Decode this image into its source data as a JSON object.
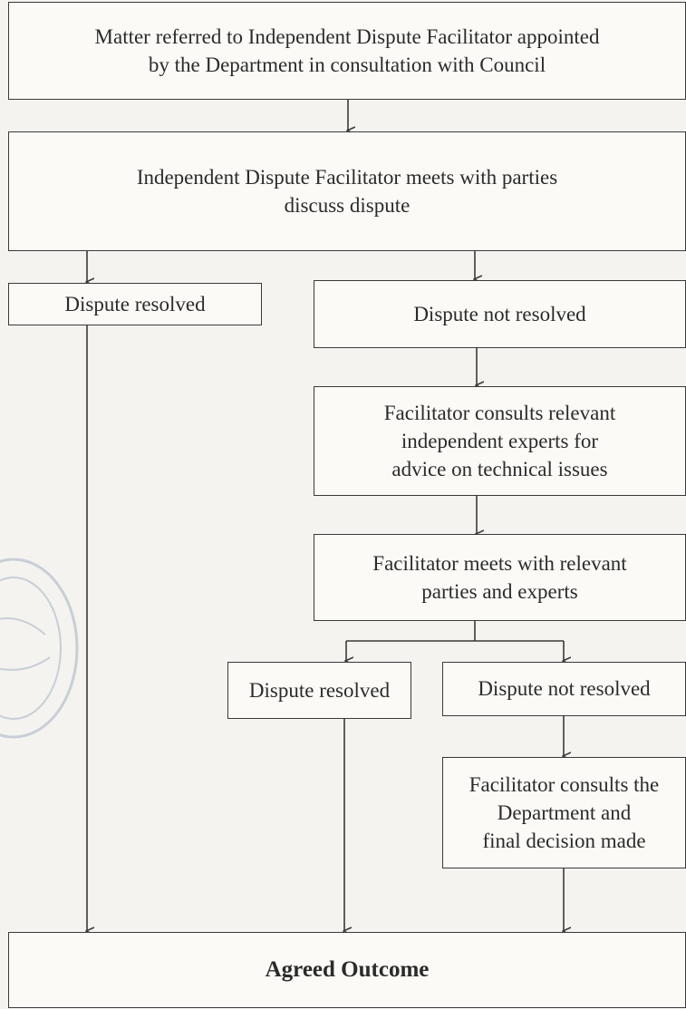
{
  "flowchart": {
    "step1": "Matter referred to Independent Dispute Facilitator appointed\nby the Department in consultation with Council",
    "step2": "Independent Dispute Facilitator meets with parties\ndiscuss dispute",
    "resolved_left": "Dispute resolved",
    "not_resolved_right": "Dispute not resolved",
    "consult_experts": "Facilitator consults relevant\nindependent experts for\nadvice on technical issues",
    "meet_experts": "Facilitator meets with relevant\nparties and experts",
    "resolved_mid": "Dispute resolved",
    "not_resolved_final": "Dispute not resolved",
    "consult_department": "Facilitator consults the\nDepartment and\nfinal decision made",
    "outcome": "Agreed Outcome"
  }
}
